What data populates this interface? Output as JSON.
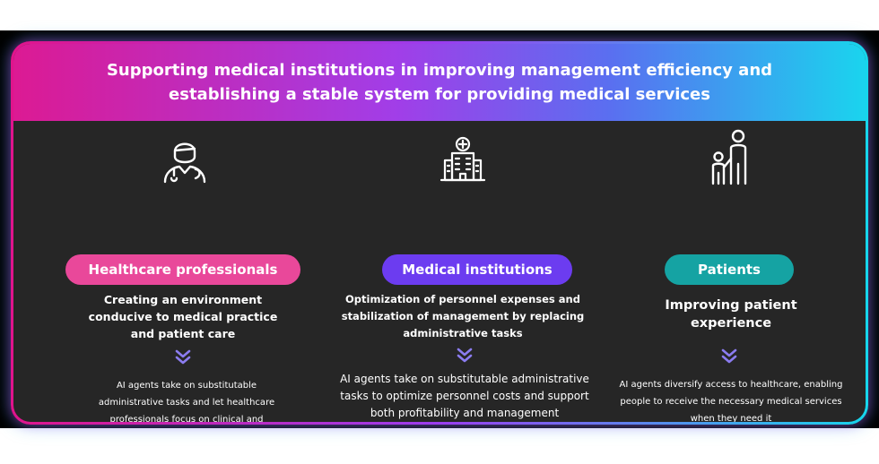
{
  "header": {
    "title": "Supporting medical institutions in improving management efficiency and establishing a stable system for providing medical services"
  },
  "columns": [
    {
      "icon": "doctor-icon",
      "label": "Healthcare professionals",
      "subhead": "Creating an environment conducive to medical practice and patient care",
      "description": "AI agents take on substitutable administrative tasks and let healthcare professionals focus on clinical and patient care",
      "color": "#e9489a"
    },
    {
      "icon": "hospital-icon",
      "label": "Medical institutions",
      "subhead": "Optimization of personnel expenses and stabilization of management by replacing administrative tasks",
      "description": "AI agents take on substitutable administrative tasks to optimize personnel costs and support both profitability and management sustainability",
      "color": "#6c3cf0"
    },
    {
      "icon": "parent-child-icon",
      "label": "Patients",
      "subhead": "Improving patient experience",
      "description": "AI agents diversify access to healthcare, enabling people to receive the necessary medical services when they need it",
      "color": "#15a3a3"
    }
  ],
  "colors": {
    "gradient_start": "#dc1a93",
    "gradient_mid": "#a13ee8",
    "gradient_end": "#1ad4ee",
    "panel_bg": "#262626",
    "chevron": "#8b7cf0"
  }
}
